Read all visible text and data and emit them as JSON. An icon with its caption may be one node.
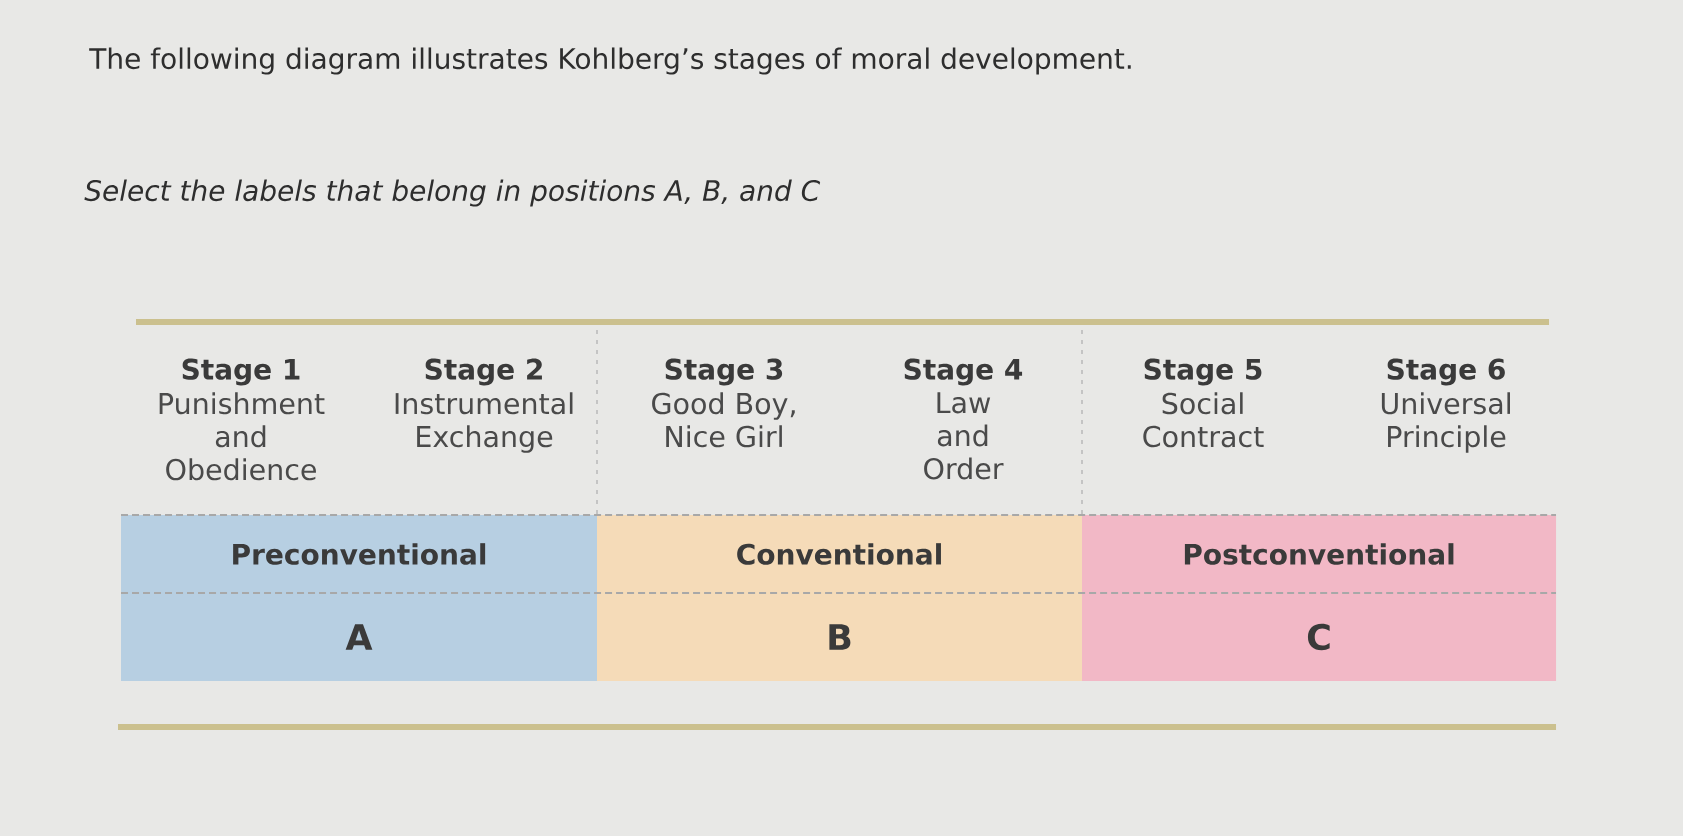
{
  "diagram": {
    "title": "The following diagram illustrates Kohlberg’s stages of moral development.",
    "nodes": [
      {
        "text": [
          "Preconventional",
          "A"
        ]
      },
      {
        "text": [
          "Conventional",
          "B"
        ]
      },
      {
        "text": [
          "Postconventional",
          "C"
        ]
      }
    ],
    "labels": [
      "Select the labels that belong in positions A, B, and C",
      "Stage 1",
      "Punishment and Obedience",
      "Stage 2",
      "Instrumental Exchange",
      "Stage 3",
      "Good Boy, Nice Girl",
      "Stage 4",
      "Law and Order",
      "Stage 5",
      "Social Contract",
      "Stage 6",
      "Universal Principle"
    ]
  }
}
